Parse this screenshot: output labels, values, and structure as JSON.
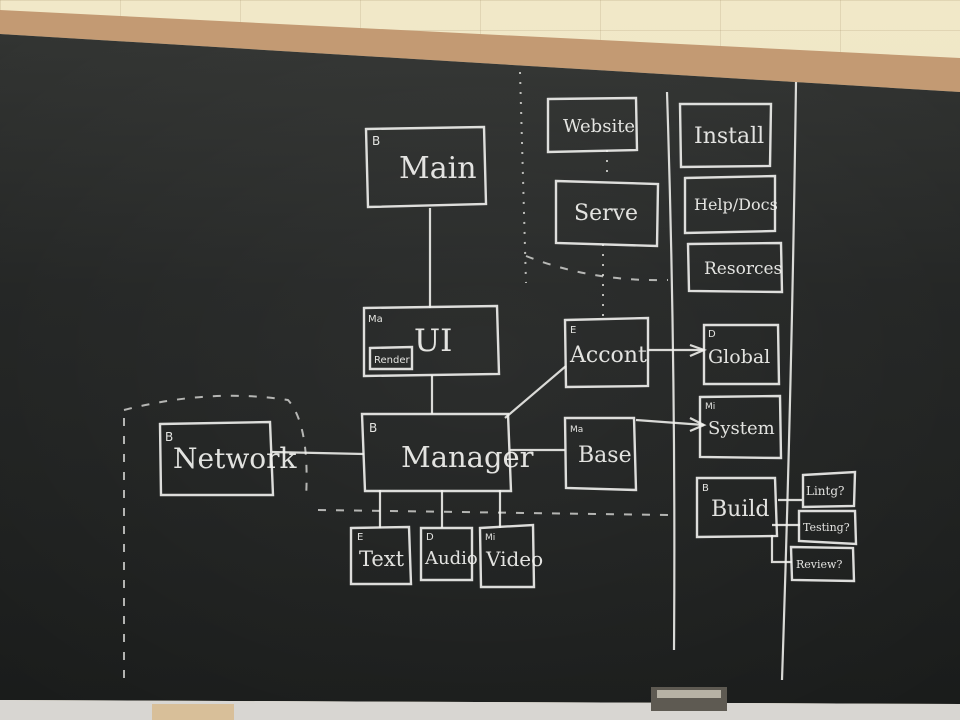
{
  "diagram": {
    "boxes": {
      "main": {
        "label": "Main",
        "marker": "B"
      },
      "ui": {
        "label": "UI",
        "marker": "Ma",
        "sub_label": "Render"
      },
      "manager": {
        "label": "Manager",
        "marker": "B"
      },
      "network": {
        "label": "Network",
        "marker": "B"
      },
      "text": {
        "label": "Text",
        "marker": "E"
      },
      "audio": {
        "label": "Audio",
        "marker": "D"
      },
      "video": {
        "label": "Video",
        "marker": "Mi"
      },
      "website": {
        "label": "Website"
      },
      "serve": {
        "label": "Serve"
      },
      "account": {
        "label": "Accont",
        "marker": "E"
      },
      "base": {
        "label": "Base",
        "marker": "Ma"
      },
      "install": {
        "label": "Install"
      },
      "help_docs": {
        "label": "Help/Docs"
      },
      "resources": {
        "label": "Resorces"
      },
      "global": {
        "label": "Global",
        "marker": "D"
      },
      "system": {
        "label": "System",
        "marker": "Mi"
      },
      "build": {
        "label": "Build",
        "marker": "B"
      },
      "lint": {
        "label": "Lintg?"
      },
      "testing": {
        "label": "Testing?"
      },
      "review": {
        "label": "Review?"
      }
    }
  }
}
